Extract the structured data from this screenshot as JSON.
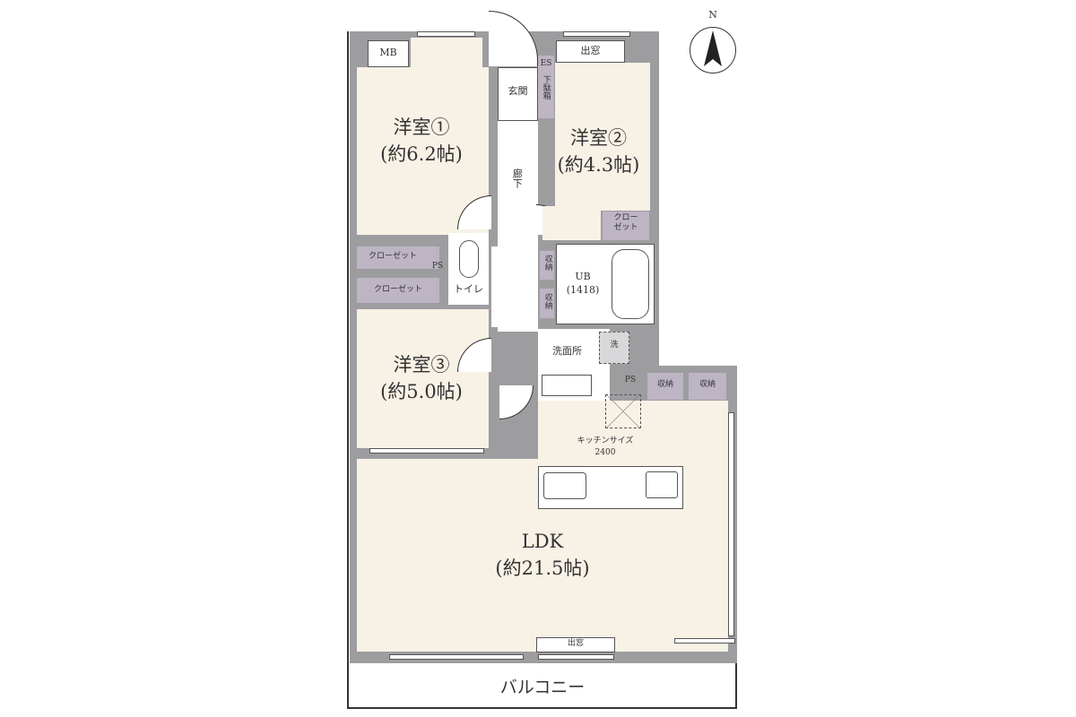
{
  "rooms": {
    "western1": {
      "name": "洋室①",
      "size": "(約6.2帖)"
    },
    "western2": {
      "name": "洋室②",
      "size": "(約4.3帖)"
    },
    "western3": {
      "name": "洋室③",
      "size": "(約5.0帖)"
    },
    "ldk": {
      "name": "LDK",
      "size": "(約21.5帖)"
    },
    "entrance": "玄関",
    "hallway": "廊下",
    "shoe_box": "下駄箱",
    "es": "ES",
    "mb": "MB",
    "bay_window_top": "出窓",
    "bay_window_bottom": "出窓",
    "closet_room2": "クロー\nゼット",
    "closet1": "クローゼット",
    "closet2": "クローゼット",
    "ps1": "PS",
    "ps2": "PS",
    "toilet": "トイレ",
    "storage_small": "収納",
    "storage_kitchen": "収納",
    "bath": {
      "name": "UB",
      "size": "(1418)"
    },
    "washroom": "洗面所",
    "washer": "洗",
    "kitchen": {
      "label": "キッチンサイズ",
      "size": "2400"
    },
    "balcony": "バルコニー"
  },
  "compass": {
    "label": "N"
  },
  "colors": {
    "wall": "#9d9da0",
    "room": "#f8f1e6",
    "closet": "#bdb4c4"
  }
}
